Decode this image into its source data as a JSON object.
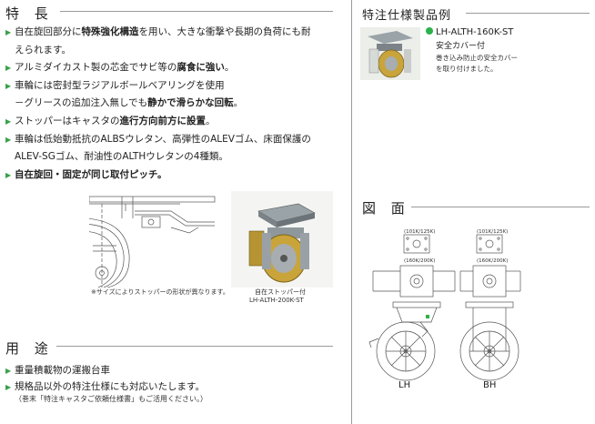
{
  "features": {
    "title": "特 長",
    "items": [
      {
        "lines": [
          [
            {
              "t": "自在旋回部分に"
            },
            {
              "t": "特殊強化構造",
              "b": true
            },
            {
              "t": "を用い、大きな衝撃や長期の負荷にも耐"
            }
          ],
          [
            {
              "t": "えられます。"
            }
          ]
        ]
      },
      {
        "lines": [
          [
            {
              "t": "アルミダイカスト製の芯金でサビ等の"
            },
            {
              "t": "腐食に強い",
              "b": true
            },
            {
              "t": "。"
            }
          ]
        ]
      },
      {
        "lines": [
          [
            {
              "t": "車輪には密封型ラジアルボールベアリングを使用"
            }
          ],
          [
            {
              "t": "－グリースの追加注入無しでも"
            },
            {
              "t": "静かで滑らかな回転",
              "b": true
            },
            {
              "t": "。"
            }
          ]
        ]
      },
      {
        "lines": [
          [
            {
              "t": "ストッパーはキャスタの"
            },
            {
              "t": "進行方向前方に設置",
              "b": true
            },
            {
              "t": "。"
            }
          ]
        ]
      },
      {
        "lines": [
          [
            {
              "t": "車輪は低始動抵抗のALBSウレタン、高弾性のALEVゴム、床面保護の"
            }
          ],
          [
            {
              "t": "ALEV-SGゴム、耐油性のALTHウレタンの4種類。"
            }
          ]
        ]
      },
      {
        "lines": [
          [
            {
              "t": "自在旋回・固定が同じ取付ピッチ。",
              "b": true
            }
          ]
        ]
      }
    ]
  },
  "figure_left_caption": "※サイズによりストッパーの形状が異なります。",
  "figure_right_caption_1": "自在ストッパー付",
  "figure_right_caption_2": "LH-ALTH-200K-ST",
  "usage": {
    "title": "用 途",
    "items": [
      "重量積載物の運搬台車",
      "規格品以外の特注仕様にも対応いたします。"
    ],
    "note": "（巻末「特注キャスタご依頼仕様書」もご活用ください。）"
  },
  "special": {
    "title": "特注仕様製品例",
    "model": "LH-ALTH-160K-ST",
    "subtitle": "安全カバー付",
    "desc_1": "巻き込み防止の安全カバー",
    "desc_2": "を取り付けました。",
    "dot_color": "#2db24a"
  },
  "drawing": {
    "title": "図 面",
    "labels": {
      "a1": "(101K/125K)",
      "a2": "(101K/125K)",
      "b1": "(160K/200K)",
      "b2": "(160K/200K)"
    },
    "lh": "LH",
    "bh": "BH"
  }
}
